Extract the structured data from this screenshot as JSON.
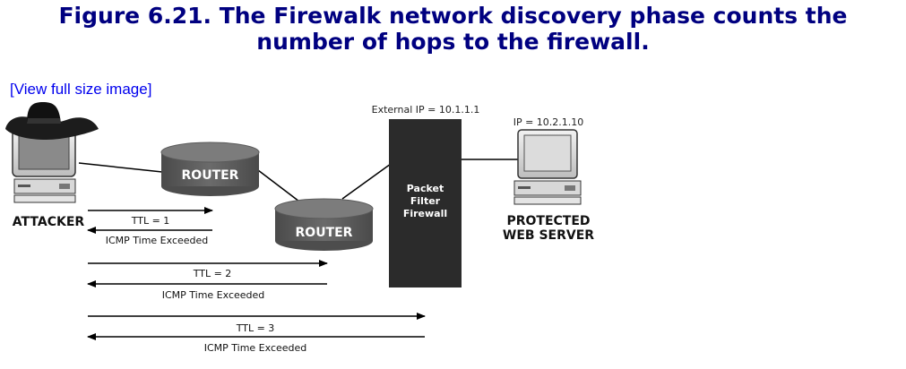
{
  "figure": {
    "title_line1": "Figure 6.21. The Firewalk network discovery phase counts the",
    "title_line2": "number of hops to the firewall."
  },
  "view_link": "[View full size image]",
  "diagram": {
    "attacker_label": "ATTACKER",
    "router1_label": "ROUTER",
    "router2_label": "ROUTER",
    "firewall_label": [
      "Packet",
      "Filter",
      "Firewall"
    ],
    "external_ip": "External IP = 10.1.1.1",
    "server_ip": "IP = 10.2.1.10",
    "server_label": [
      "PROTECTED",
      "WEB SERVER"
    ],
    "probes": [
      {
        "ttl": "TTL = 1",
        "reply": "ICMP Time Exceeded"
      },
      {
        "ttl": "TTL = 2",
        "reply": "ICMP Time Exceeded"
      },
      {
        "ttl": "TTL = 3",
        "reply": "ICMP Time Exceeded"
      }
    ]
  },
  "colors": {
    "title": "#000080",
    "link": "#0000ee",
    "device_dark": "#555555",
    "firewall": "#2b2b2b",
    "line": "#000000"
  }
}
